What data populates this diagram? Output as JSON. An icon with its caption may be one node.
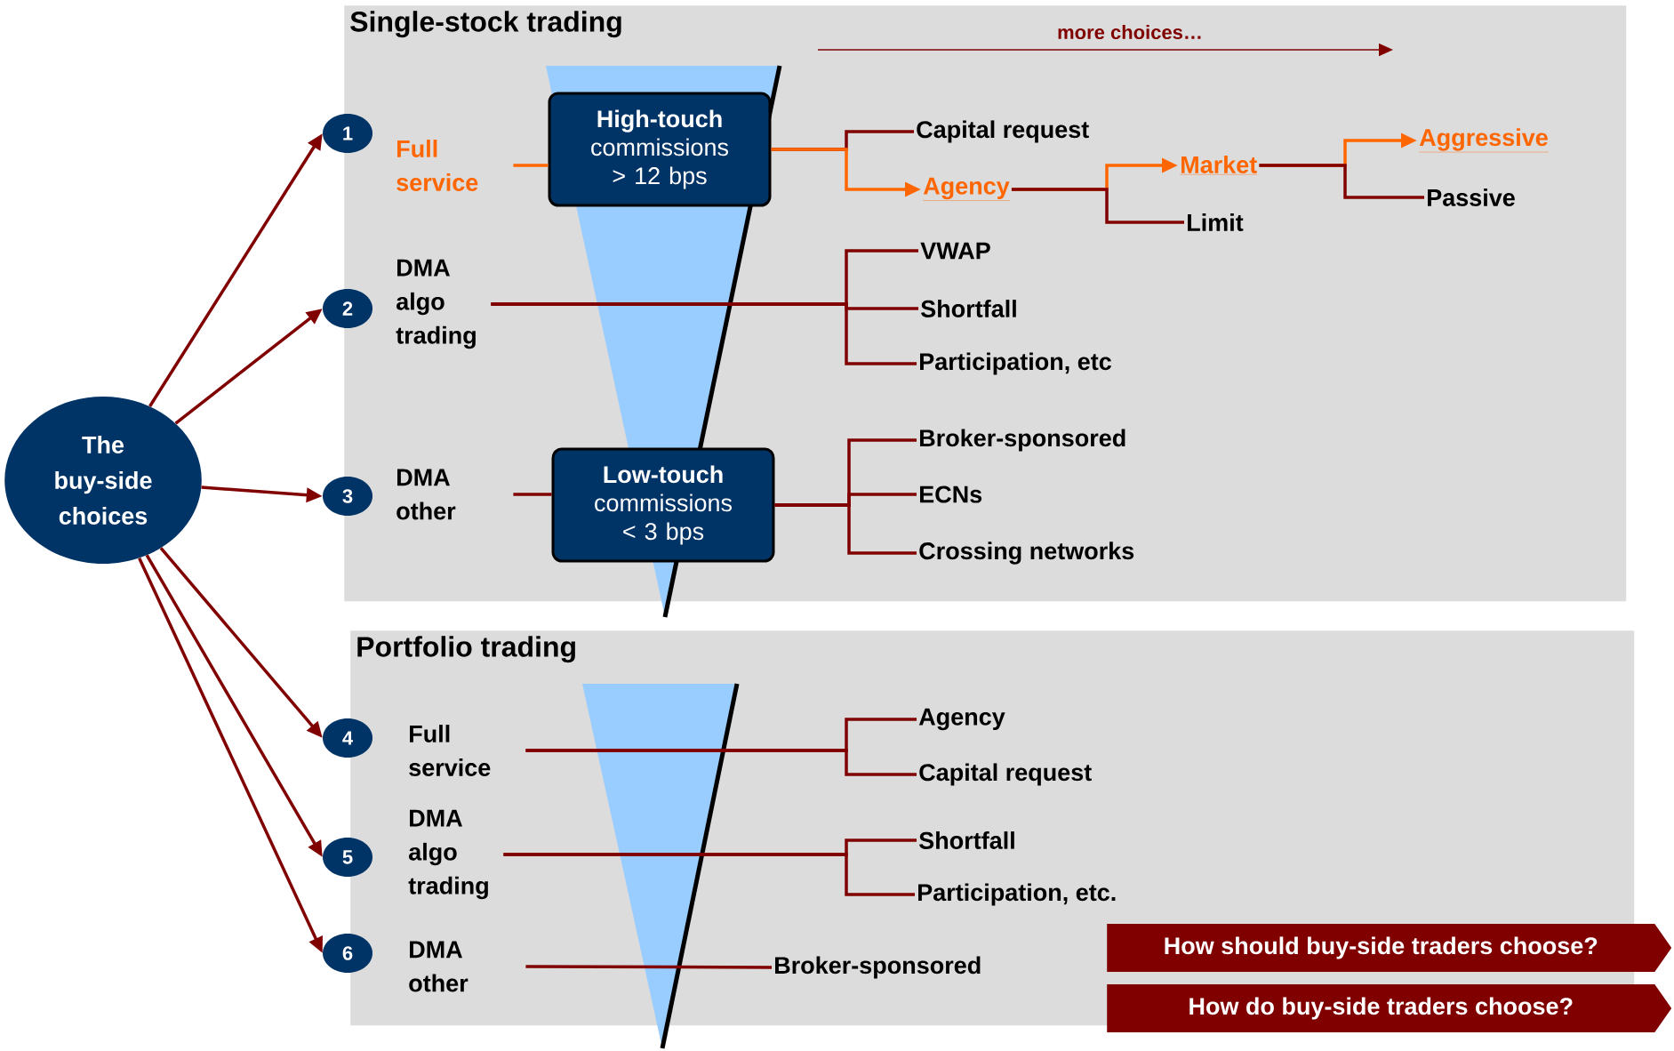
{
  "diagram": {
    "nodes": [
      {
        "text": [
          "Single-stock trading"
        ]
      },
      {
        "text": [
          "Portfolio trading"
        ]
      },
      {
        "text": [
          "The buy-side choices"
        ]
      },
      {
        "text": [
          "1"
        ]
      },
      {
        "text": [
          "2"
        ]
      },
      {
        "text": [
          "3"
        ]
      },
      {
        "text": [
          "4"
        ]
      },
      {
        "text": [
          "5"
        ]
      },
      {
        "text": [
          "6"
        ]
      },
      {
        "text": [
          "Full service"
        ],
        "in": 0
      },
      {
        "text": [
          "DMA algo trading"
        ],
        "in": 0
      },
      {
        "text": [
          "DMA other"
        ],
        "in": 0
      },
      {
        "text": [
          "High-touch",
          "commissions > 12 bps"
        ],
        "in": 0
      },
      {
        "text": [
          "Low-touch",
          "commissions < 3 bps"
        ],
        "in": 0
      },
      {
        "text": [
          "Capital request"
        ],
        "in": 0
      },
      {
        "text": [
          "Agency"
        ],
        "in": 0
      },
      {
        "text": [
          "Market"
        ],
        "in": 0
      },
      {
        "text": [
          "Limit"
        ],
        "in": 0
      },
      {
        "text": [
          "Aggressive"
        ],
        "in": 0
      },
      {
        "text": [
          "Passive"
        ],
        "in": 0
      },
      {
        "text": [
          "VWAP"
        ],
        "in": 0
      },
      {
        "text": [
          "Shortfall"
        ],
        "in": 0
      },
      {
        "text": [
          "Participation, etc"
        ],
        "in": 0
      },
      {
        "text": [
          "Broker-sponsored"
        ],
        "in": 0
      },
      {
        "text": [
          "ECNs"
        ],
        "in": 0
      },
      {
        "text": [
          "Crossing networks"
        ],
        "in": 0
      },
      {
        "text": [
          "Full service"
        ],
        "in": 1
      },
      {
        "text": [
          "DMA algo trading"
        ],
        "in": 1
      },
      {
        "text": [
          "DMA other"
        ],
        "in": 1
      },
      {
        "text": [
          "Agency"
        ],
        "in": 1
      },
      {
        "text": [
          "Capital request"
        ],
        "in": 1
      },
      {
        "text": [
          "Shortfall"
        ],
        "in": 1
      },
      {
        "text": [
          "Participation, etc."
        ],
        "in": 1
      },
      {
        "text": [
          "Broker-sponsored"
        ],
        "in": 1
      },
      {
        "text": [
          "How should buy-side traders choose?"
        ]
      },
      {
        "text": [
          "How do buy-side traders choose?"
        ]
      }
    ],
    "edges": [
      {
        "from": 2,
        "to": 3,
        "arrow": "to"
      },
      {
        "from": 2,
        "to": 4,
        "arrow": "to"
      },
      {
        "from": 2,
        "to": 5,
        "arrow": "to"
      },
      {
        "from": 2,
        "to": 6,
        "arrow": "to"
      },
      {
        "from": 2,
        "to": 7,
        "arrow": "to"
      },
      {
        "from": 2,
        "to": 8,
        "arrow": "to"
      },
      {
        "from": 9,
        "to": 12,
        "arrow": "none",
        "color": "#ff6600"
      },
      {
        "from": 12,
        "to": 14,
        "arrow": "none"
      },
      {
        "from": 12,
        "to": 15,
        "arrow": "to",
        "color": "#ff6600"
      },
      {
        "from": 15,
        "to": 16,
        "arrow": "to",
        "color": "#ff6600"
      },
      {
        "from": 15,
        "to": 17,
        "arrow": "none"
      },
      {
        "from": 16,
        "to": 18,
        "arrow": "to",
        "color": "#ff6600"
      },
      {
        "from": 16,
        "to": 19,
        "arrow": "none"
      },
      {
        "from": 10,
        "to": 20,
        "arrow": "none"
      },
      {
        "from": 10,
        "to": 21,
        "arrow": "none"
      },
      {
        "from": 10,
        "to": 22,
        "arrow": "none"
      },
      {
        "from": 11,
        "to": 13,
        "arrow": "none"
      },
      {
        "from": 13,
        "to": 23,
        "arrow": "none"
      },
      {
        "from": 13,
        "to": 24,
        "arrow": "none"
      },
      {
        "from": 13,
        "to": 25,
        "arrow": "none"
      },
      {
        "from": 26,
        "to": 29,
        "arrow": "none"
      },
      {
        "from": 26,
        "to": 30,
        "arrow": "none"
      },
      {
        "from": 27,
        "to": 31,
        "arrow": "none"
      },
      {
        "from": 27,
        "to": 32,
        "arrow": "none"
      },
      {
        "from": 28,
        "to": 33,
        "arrow": "none"
      }
    ],
    "labels": [
      "more choices…"
    ]
  }
}
